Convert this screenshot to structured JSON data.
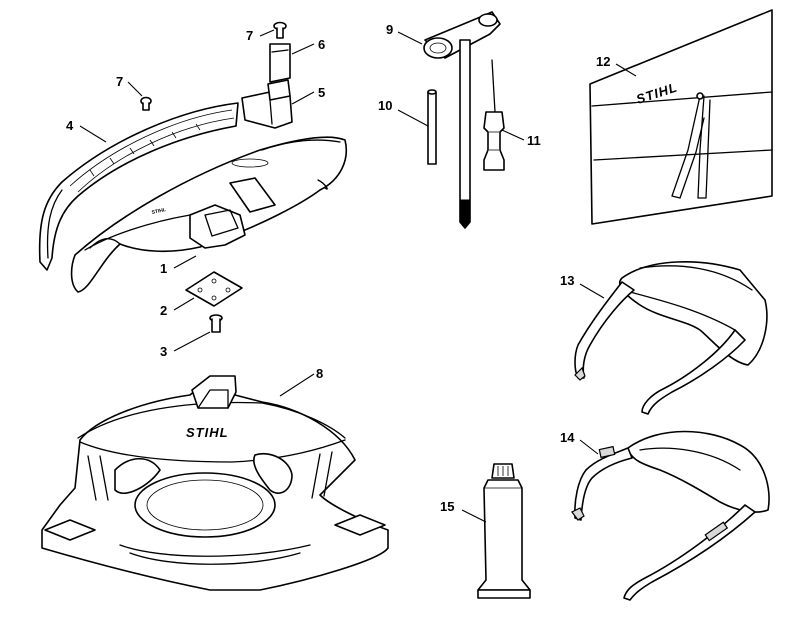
{
  "callouts": [
    {
      "id": "1",
      "label": "1"
    },
    {
      "id": "2",
      "label": "2"
    },
    {
      "id": "3",
      "label": "3"
    },
    {
      "id": "4",
      "label": "4"
    },
    {
      "id": "5",
      "label": "5"
    },
    {
      "id": "6",
      "label": "6"
    },
    {
      "id": "7a",
      "label": "7"
    },
    {
      "id": "7b",
      "label": "7"
    },
    {
      "id": "8",
      "label": "8"
    },
    {
      "id": "9",
      "label": "9"
    },
    {
      "id": "10",
      "label": "10"
    },
    {
      "id": "11",
      "label": "11"
    },
    {
      "id": "12",
      "label": "12"
    },
    {
      "id": "13",
      "label": "13"
    },
    {
      "id": "14",
      "label": "14"
    },
    {
      "id": "15",
      "label": "15"
    }
  ],
  "logos": {
    "pouch": "STIHL",
    "carrier": "STIHL",
    "guard": "STIHL"
  }
}
